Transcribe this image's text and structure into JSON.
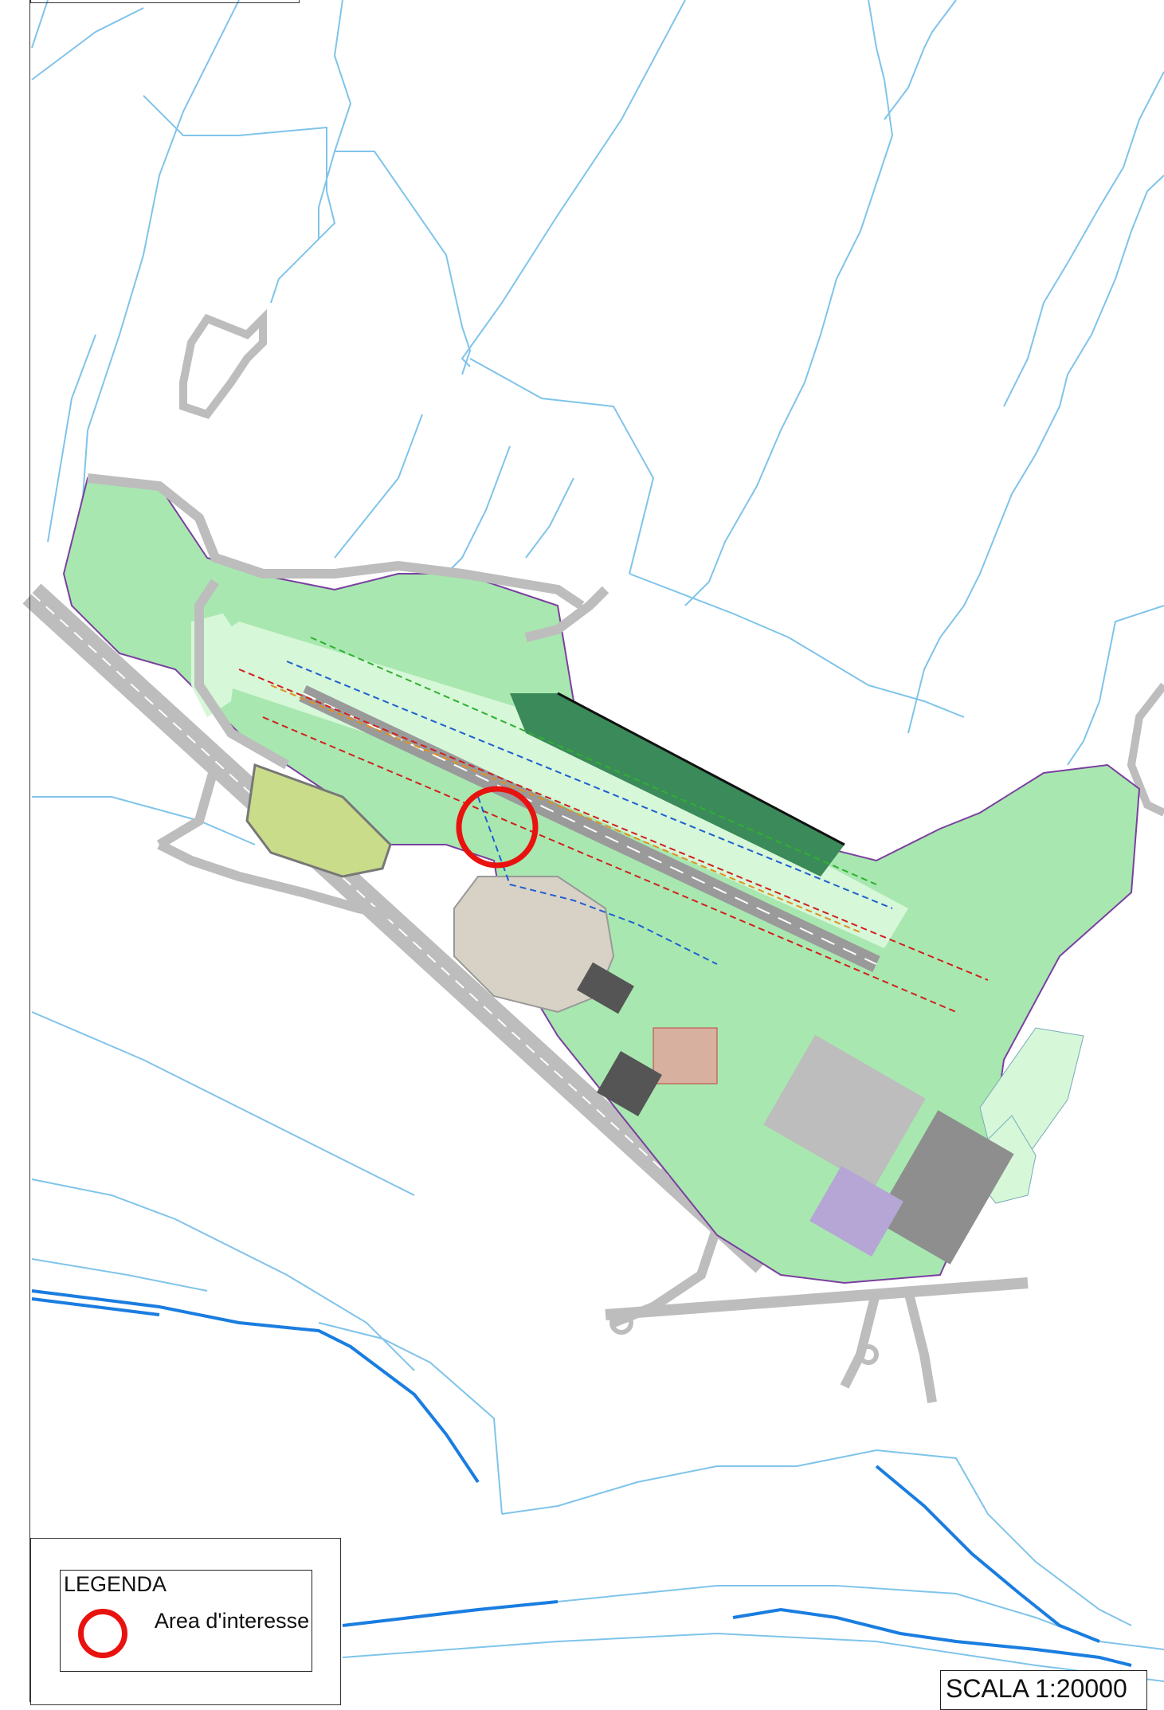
{
  "legend": {
    "title": "LEGENDA",
    "items": [
      {
        "symbol": "red-circle-outline",
        "label": "Area d'interesse",
        "color": "#e8120f"
      }
    ]
  },
  "scale": {
    "text": "SCALA 1:20000"
  },
  "colors": {
    "water": "#7fc4ea",
    "water_major": "#1a7de0",
    "grass": "#a8e8b0",
    "grass_light": "#d6f7d8",
    "road": "#bdbdbd",
    "runway": "#9a9a9a",
    "apron": "#d8d2c6",
    "boundary": "#7b3fa0",
    "highlight": "#e8120f"
  }
}
